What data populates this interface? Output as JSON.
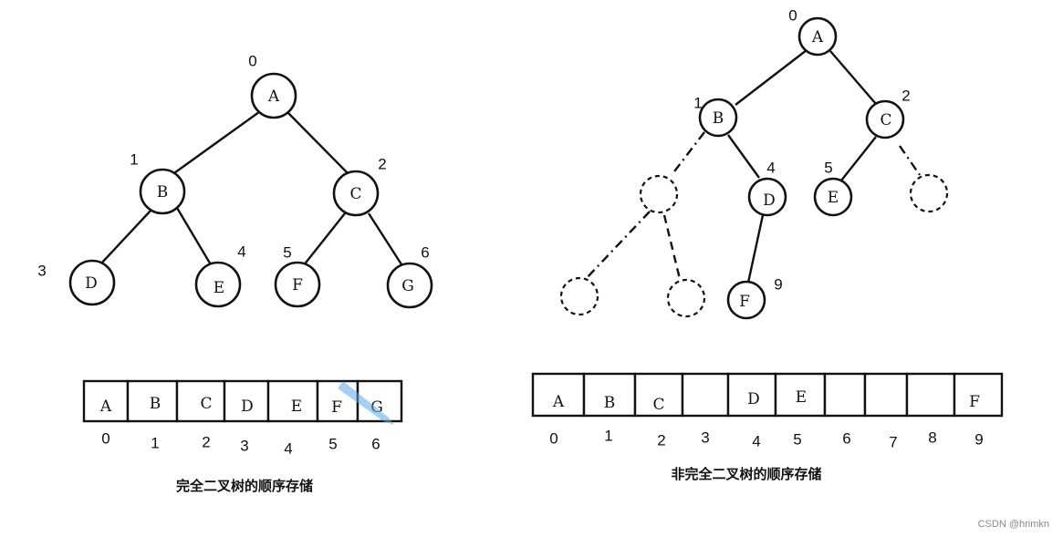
{
  "complete_tree": {
    "nodes": [
      {
        "label": "A",
        "index": "0"
      },
      {
        "label": "B",
        "index": "1"
      },
      {
        "label": "C",
        "index": "2"
      },
      {
        "label": "D",
        "index": "3"
      },
      {
        "label": "E",
        "index": "4"
      },
      {
        "label": "F",
        "index": "5"
      },
      {
        "label": "G",
        "index": "6"
      }
    ],
    "array": {
      "cells": [
        "A",
        "B",
        "C",
        "D",
        "E",
        "F",
        "G"
      ],
      "indices": [
        "0",
        "1",
        "2",
        "3",
        "4",
        "5",
        "6"
      ]
    },
    "caption": "完全二叉树的顺序存储"
  },
  "incomplete_tree": {
    "nodes": [
      {
        "label": "A",
        "index": "0"
      },
      {
        "label": "B",
        "index": "1"
      },
      {
        "label": "C",
        "index": "2"
      },
      {
        "label": "D",
        "index": "4"
      },
      {
        "label": "E",
        "index": "5"
      },
      {
        "label": "F",
        "index": "9"
      }
    ],
    "array": {
      "cells": [
        "A",
        "B",
        "C",
        "",
        "D",
        "E",
        "",
        "",
        "",
        "F"
      ],
      "indices": [
        "0",
        "1",
        "2",
        "3",
        "4",
        "5",
        "6",
        "7",
        "8",
        "9"
      ]
    },
    "caption": "非完全二叉树的顺序存储"
  },
  "watermark": "CSDN @hrimkn",
  "colors": {
    "ink": "#111111",
    "highlight": "#5aa9e6"
  }
}
